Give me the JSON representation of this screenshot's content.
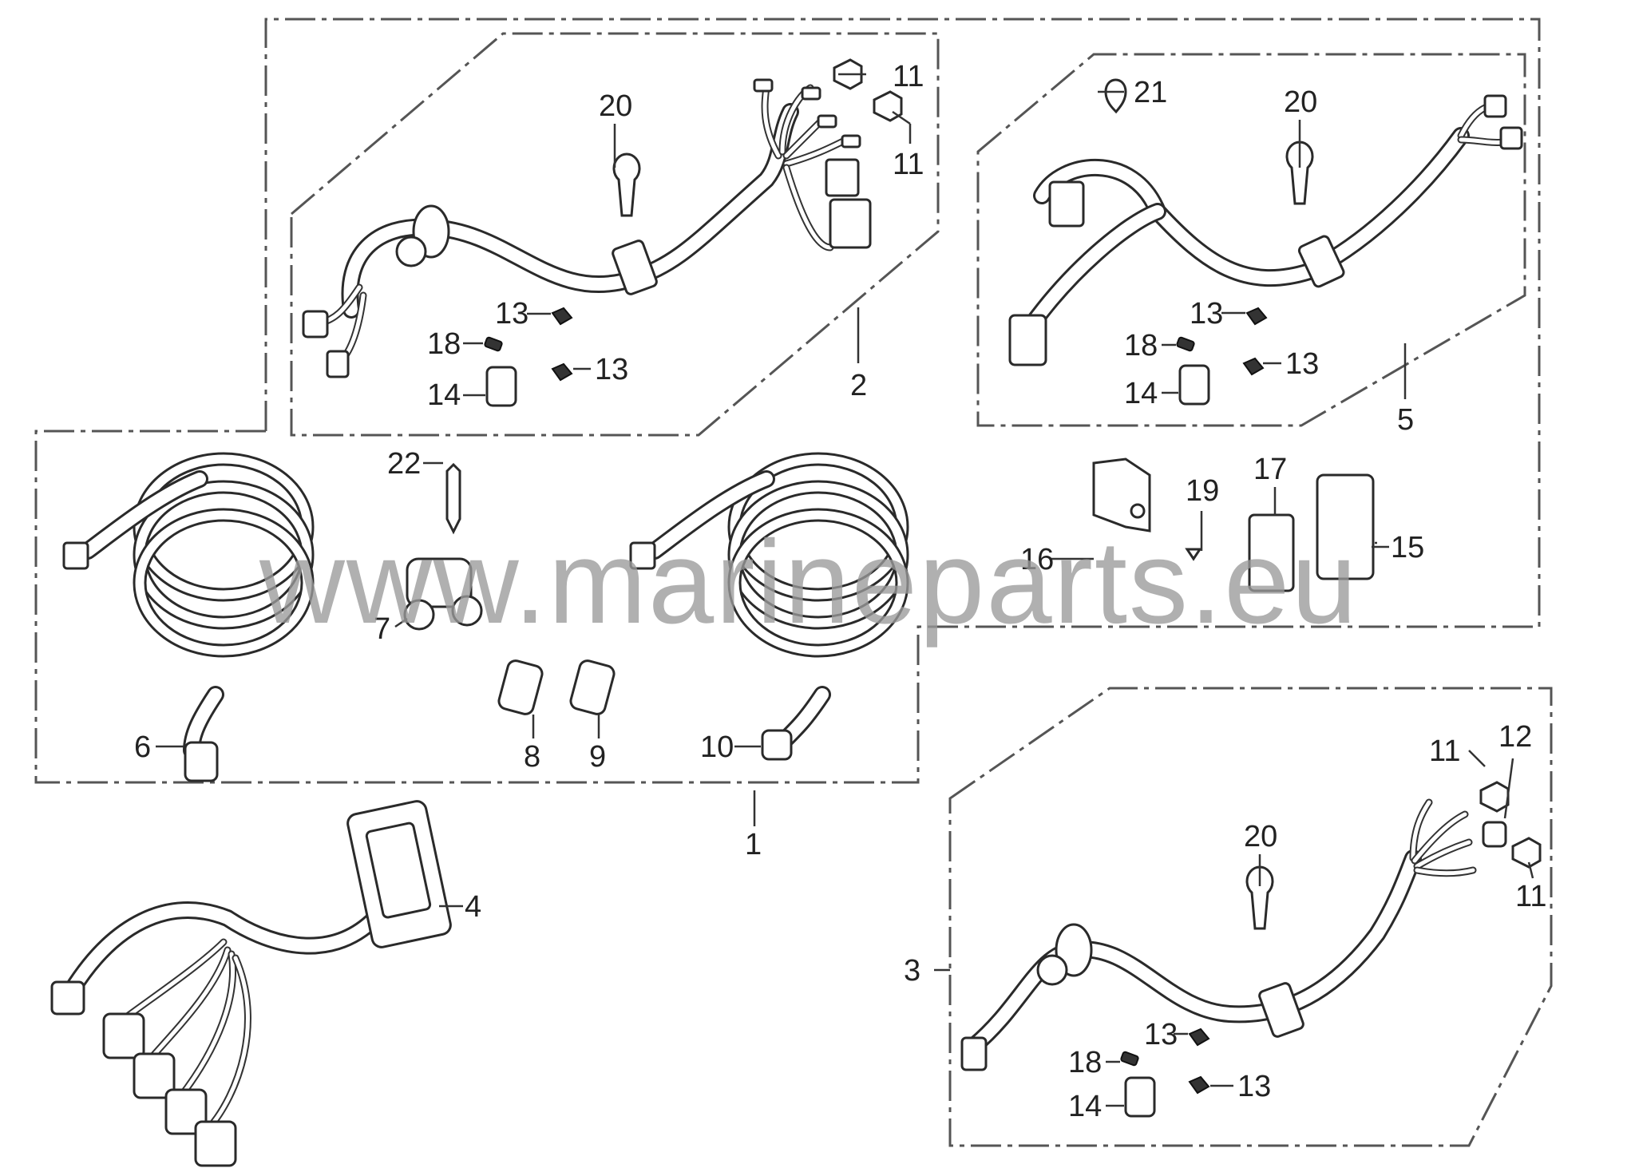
{
  "watermark": "www.marineparts.eu",
  "callouts": [
    "1",
    "2",
    "3",
    "4",
    "5",
    "6",
    "7",
    "8",
    "9",
    "10",
    "11",
    "11",
    "11",
    "11",
    "12",
    "13",
    "13",
    "13",
    "13",
    "13",
    "13",
    "14",
    "14",
    "14",
    "15",
    "16",
    "17",
    "18",
    "18",
    "18",
    "19",
    "20",
    "20",
    "20",
    "21",
    "22"
  ]
}
